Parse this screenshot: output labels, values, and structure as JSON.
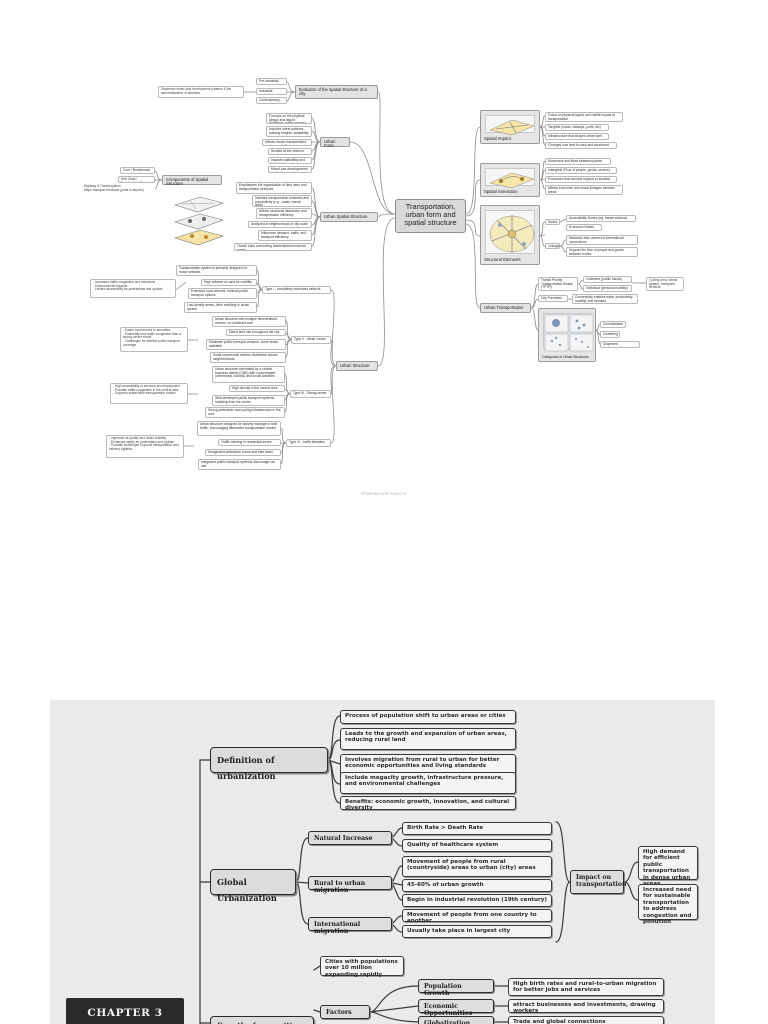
{
  "map1": {
    "center": "Transportation, urban form and spatial structure",
    "evolution": {
      "title": "Evolution of the spatial structure of a city",
      "items": [
        "Pre-industrial era",
        "Industrial revolution",
        "Contemporary era"
      ],
      "note": "Dispersed urban land development patterns & the decentralization of activities"
    },
    "urban_form": {
      "title": "Urban Form",
      "items": [
        "Focuses on the physical design and layout (buildings, public spaces)",
        "Includes street patterns, building heights, walkability",
        "Affects visual characteristics and accessibility",
        "Studied at the street or block level",
        "Impacts walkability and livability (micro)",
        "Mixed-use developments (walkable areas)"
      ]
    },
    "components": {
      "title": "Components of Spatial Structure",
      "items": [
        "Core / Residences",
        "Hub Zone / Employment Zone"
      ],
      "note": "- Highway & Transit system\n- Major transport terminals (ports & airports)"
    },
    "urban_spatial": {
      "title": "Urban Spatial Structure",
      "items": [
        "Emphasizes the organization of land uses and transportation networks",
        "Includes transportation networks and connectivity (e.g., roads, transit lines)",
        "Affects functional interaction and transportation efficiency",
        "Analyzed at neighborhood or city scale",
        "Influences demand, traffic, and transport efficiency",
        "Transit hubs connecting residential/commercial zones"
      ]
    },
    "urban_structure": {
      "title": "Urban Structure",
      "types": [
        {
          "label": "Type I - completely motorized network",
          "items": [
            "Transportation system is primarily designed for motor vehicles",
            "High reliance on cars for mobility",
            "Extensive road network, minimal public transport options",
            "Low-density areas, often resulting in urban sprawl"
          ],
          "note": "- Increased traffic congestion and emissions\n- Environmental impacts\n- Limited accessibility for pedestrians and cyclists"
        },
        {
          "label": "Type II - Weak Center",
          "items": [
            "Urban structure with multiple decentralized centers, no dominant core",
            "Mixed land use throughout the city",
            "Moderate public transport reliance, some areas walkable",
            "Small commercial centers distributed across neighborhoods"
          ],
          "note": "- Easier local access to amenities\n- Potentially less traffic congestion than a strong-center model\n- Challenges for efficient public transport coverage"
        },
        {
          "label": "Type III - Strong center",
          "items": [
            "Urban structure dominated by a central business district (CBD) with concentrated commercial, cultural, and social activities",
            "High density in the central area",
            "Well-developed public transport systems radiating from the center",
            "Strong pedestrian and cycling infrastructure in the core"
          ],
          "note": "- High accessibility to services and employment\n- Possible traffic congestion in the central area\n- Supports sustainable transportation modes"
        },
        {
          "label": "Type IV - traffic limitation",
          "items": [
            "Urban structure designed for actively manage or limit traffic, encouraging alternative transportation modes",
            "Traffic calming in residential zones",
            "Designated pedestrian zones and bike lanes",
            "Integrated public transport systems discourage car use"
          ],
          "note": "- Improved air quality and urban livability\n- Enhanced safety for pedestrians and cyclists\n- Possible challenges in goods transportation and delivery logistics"
        }
      ]
    },
    "spatial_imprint": {
      "title": "Spatial Imprint",
      "items": [
        "Focus on physical layout and visible impact of transportation",
        "Tangible (roads, railways, ports, etc)",
        "Infrastructure that shapes urban form",
        "Changes how land is used and structured"
      ]
    },
    "spatial_interaction": {
      "title": "Spatial Interaction",
      "items": [
        "Movement and flows between places",
        "Intangible (Flow of people, goods, service)",
        "Processes that connect regions or location",
        "Affects economic and social linkages between areas"
      ]
    },
    "structural_elements": {
      "title": "Structural Elements",
      "groups": [
        {
          "label": "Nodes",
          "items": [
            "Accessibility Nodes (eg. transit stations)"
          ]
        },
        {
          "label": "",
          "items": [
            "Economic Nodes"
          ]
        },
        {
          "label": "Linkages",
          "items": [
            "Networks that connect & international connections",
            "Support the flow of people and goods between nodes"
          ]
        }
      ]
    },
    "urban_transportation": {
      "title": "Urban Transportation",
      "items": [
        "Transit Priority Transportation Roads (TPTR)",
        "City Functions"
      ],
      "tptr_items": [
        "Collective (public transit)",
        "Individual (personal mobility)"
      ],
      "tptr_note": "Cycling area, transit system, transports terminal",
      "city_functions_item": "Connectivity enables trade, productivity, mobility, and demand",
      "categories_title": "Categories of Urban Structures",
      "categories": [
        "Centralization",
        "Clustering",
        "Dispersed development"
      ]
    },
    "credit": "Presented with xmind AI"
  },
  "map2": {
    "definition": {
      "title": "Definition of urbanization",
      "items": [
        "Process of population shift to urban areas or cities",
        "Leads to the growth and expansion of urban areas, reducing rural land",
        "Involves migration from rural to urban for better economic opportunities and living standards",
        "Include megacity growth, infrastructure pressure, and environmental challenges",
        "Benefits: economic growth, innovation, and cultural diversity"
      ]
    },
    "global": {
      "title": "Global Urbanization",
      "groups": [
        {
          "label": "Natural Increase",
          "items": [
            "Birth Rate > Death Rate",
            "Quality of healthcare system"
          ]
        },
        {
          "label": "Rural to urban migration",
          "items": [
            "Movement of people from rural (countryside) areas to urban (city) areas",
            "45-60% of urban growth",
            "Begin in industrial revolution (19th century)"
          ]
        },
        {
          "label": "International migration",
          "items": [
            "Movement of people from one country to another",
            "Usually take place in largest city"
          ]
        }
      ],
      "impact_title": "Impact on transportation",
      "impact_items": [
        "High demand for efficient public transportation in dense urban areas",
        "Increased need for sustainable transportation to address congestion and pollution"
      ]
    },
    "growth": {
      "title": "Growth of megacities",
      "item": "Cities with populations over 10 million expanding rapidly",
      "factors_label": "Factors",
      "factors": [
        {
          "label": "Population Growth",
          "item": "High birth rates and rural-to-urban migration for better jobs and services"
        },
        {
          "label": "Economic Opportunities",
          "item": "attract businesses and investments, drawing workers"
        },
        {
          "label": "Globalization",
          "item": "Trade and global connections"
        }
      ]
    },
    "chapter": "CHAPTER 3"
  }
}
